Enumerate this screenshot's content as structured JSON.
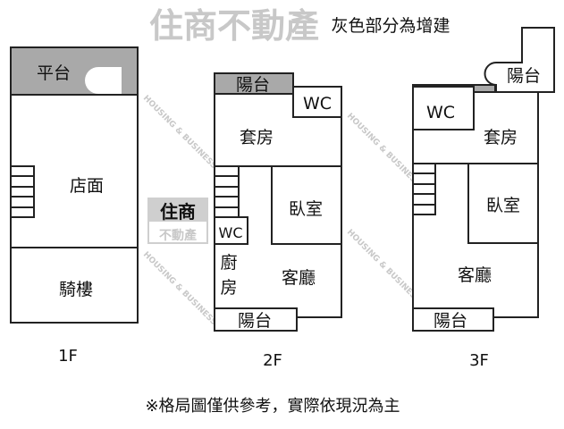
{
  "title": "灰色部分為增建",
  "footer": "※格局圖僅供參考，實際依現況為主",
  "watermark": {
    "top": "住商",
    "bottom": "不動產",
    "large": "住商不動產",
    "english": "HOUSING & BUSINESS"
  },
  "colors": {
    "addition_gray": "#a9a9a9",
    "line": "#222222"
  },
  "floors": [
    {
      "label": "1F",
      "rooms": {
        "platform": "平台",
        "shop": "店面",
        "arcade": "騎樓"
      }
    },
    {
      "label": "2F",
      "rooms": {
        "balcony_top": "陽台",
        "wc_top": "WC",
        "suite": "套房",
        "wc": "WC",
        "bedroom": "臥室",
        "kitchen_1": "廚",
        "kitchen_2": "房",
        "living": "客廳",
        "balcony_bottom": "陽台"
      }
    },
    {
      "label": "3F",
      "rooms": {
        "balcony_top": "陽台",
        "wc": "WC",
        "suite": "套房",
        "bedroom": "臥室",
        "living": "客廳",
        "balcony_bottom": "陽台"
      }
    }
  ]
}
